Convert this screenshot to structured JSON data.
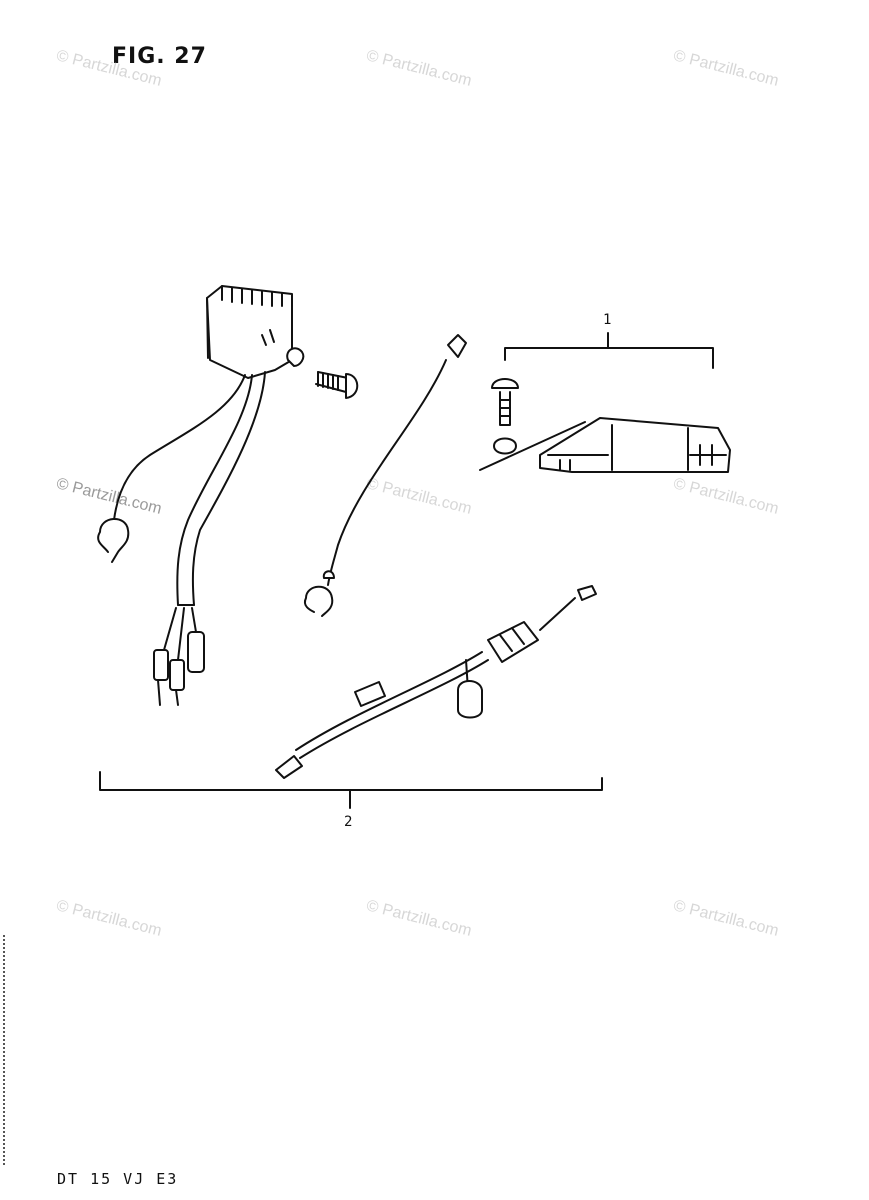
{
  "figure": {
    "title": "FIG. 27",
    "model_code": "DT 15 VJ E3"
  },
  "callouts": [
    {
      "id": "1",
      "label": "1"
    },
    {
      "id": "2",
      "label": "2"
    }
  ],
  "watermark": {
    "text": "© Partzilla.com"
  }
}
